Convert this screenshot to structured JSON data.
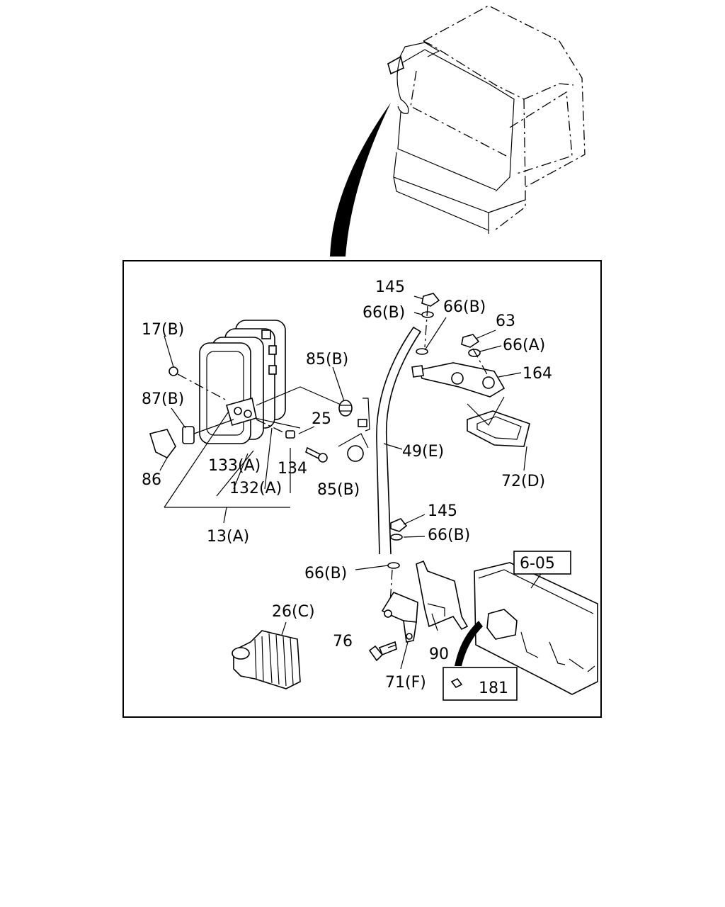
{
  "callouts": {
    "c145_top": "145",
    "c66b_a": "66(B)",
    "c66b_b": "66(B)",
    "c63": "63",
    "c66a": "66(A)",
    "c164": "164",
    "c17b": "17(B)",
    "c85b_top": "85(B)",
    "c87b": "87(B)",
    "c25": "25",
    "c49e": "49(E)",
    "c86": "86",
    "c133a": "133(A)",
    "c134": "134",
    "c132a": "132(A)",
    "c85b_bot": "85(B)",
    "c72d": "72(D)",
    "c13a": "13(A)",
    "c145_mid": "145",
    "c66b_c": "66(B)",
    "c66b_d": "66(B)",
    "c6_05": "6-05",
    "c26c": "26(C)",
    "c76": "76",
    "c90": "90",
    "c71f": "71(F)",
    "c181": "181"
  }
}
